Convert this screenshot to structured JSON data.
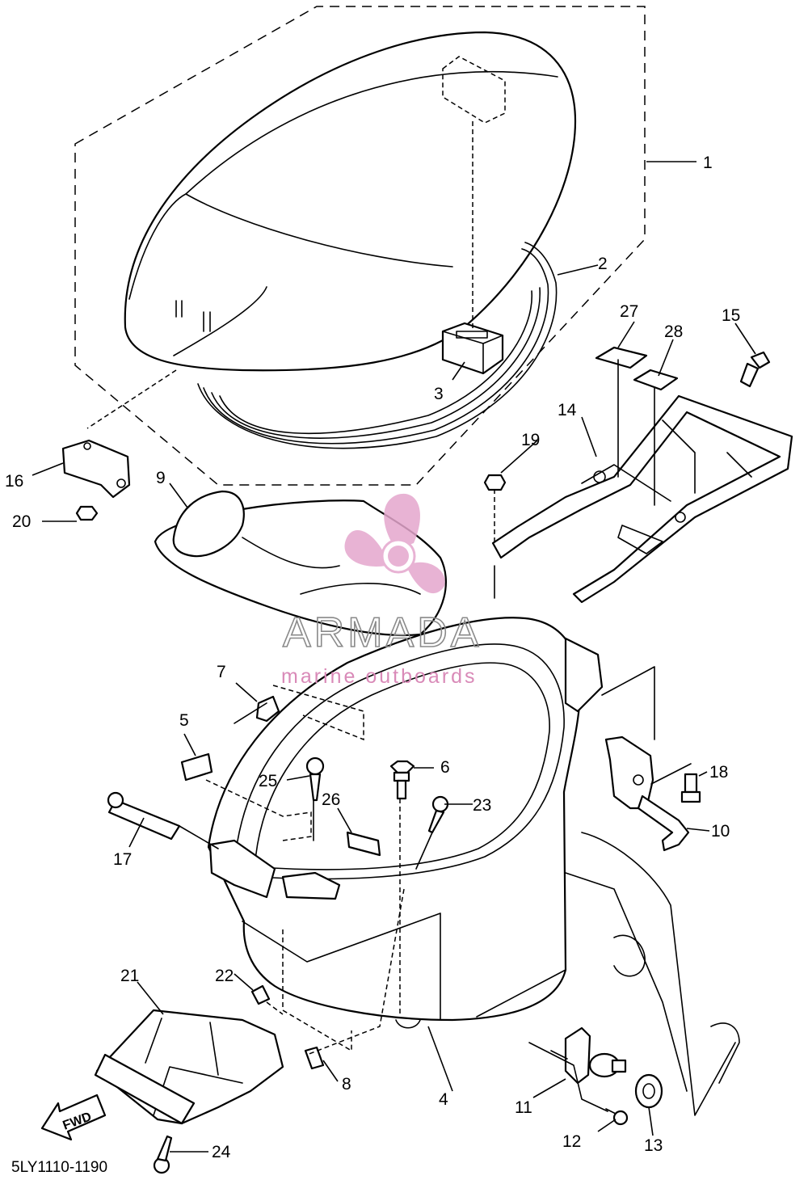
{
  "watermark": {
    "brand": "ARMADA",
    "tagline": "marine outboards",
    "color": "#e4a6cd",
    "text_color": "#8a8a8a"
  },
  "diagram": {
    "code": "5LY1110-1190",
    "direction_label": "FWD",
    "part_numbers": [
      "1",
      "2",
      "3",
      "4",
      "5",
      "6",
      "7",
      "8",
      "9",
      "10",
      "11",
      "12",
      "13",
      "14",
      "15",
      "16",
      "17",
      "18",
      "19",
      "20",
      "21",
      "22",
      "23",
      "24",
      "25",
      "26",
      "27",
      "28"
    ]
  }
}
